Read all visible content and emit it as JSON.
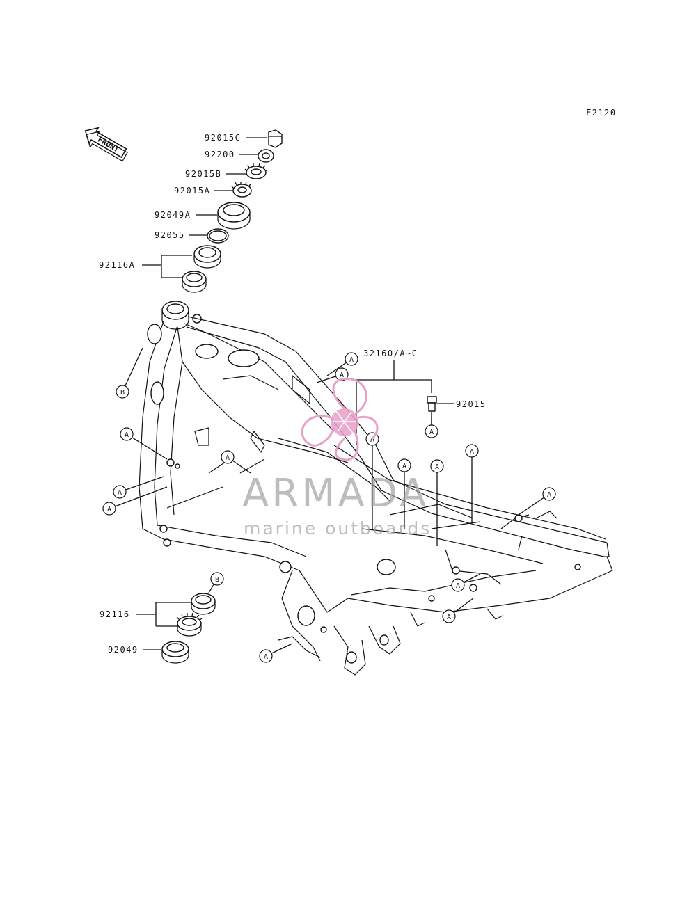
{
  "figure_code": "F2120",
  "front_arrow_label": "FRONT",
  "parts": {
    "p92015C": "92015C",
    "p92200": "92200",
    "p92015B": "92015B",
    "p92015A": "92015A",
    "p92049A": "92049A",
    "p92055": "92055",
    "p92116A": "92116A",
    "p32160": "32160/A~C",
    "p92015": "92015",
    "p92116": "92116",
    "p92049": "92049"
  },
  "callout_a": "A",
  "callout_b": "B",
  "watermark": {
    "brand": "ARMADA",
    "tagline": "marine outboards",
    "logo_color": "#e8a0c8"
  }
}
